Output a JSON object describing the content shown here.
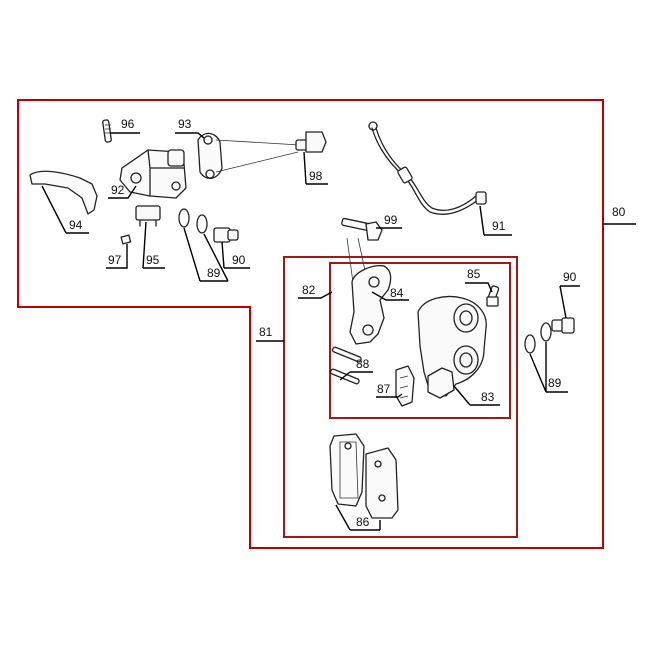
{
  "colors": {
    "frame": "#c00000",
    "frame_inner": "#a01818",
    "ink": "#222222"
  },
  "callouts": {
    "c80": "80",
    "c81": "81",
    "c82": "82",
    "c83": "83",
    "c84": "84",
    "c85": "85",
    "c86": "86",
    "c87": "87",
    "c88": "88",
    "c89a": "89",
    "c89b": "89",
    "c90a": "90",
    "c90b": "90",
    "c91": "91",
    "c92": "92",
    "c93": "93",
    "c94": "94",
    "c95": "95",
    "c96": "96",
    "c97": "97",
    "c98": "98",
    "c99": "99"
  }
}
